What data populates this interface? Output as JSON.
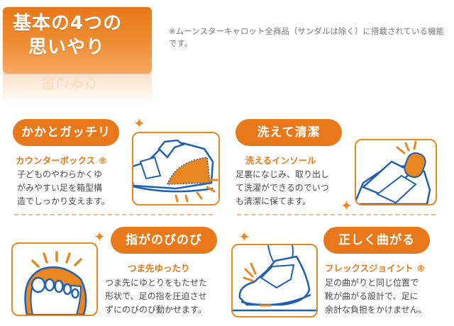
{
  "header": {
    "title_line1": "基本の4つの",
    "title_line2": "思いやり",
    "note": "※ムーンスターキャロット全商品（サンダルは除く）に搭載されている機能です。"
  },
  "colors": {
    "accent_orange": "#e8781a",
    "box_border": "#e8871f",
    "illustration_blue": "#1f5fb4",
    "text_gray": "#4a4a4a",
    "note_gray": "#7a7a7a"
  },
  "features": [
    {
      "pill": "かかとガッチリ",
      "subtitle": "カウンターボックス ®",
      "lines": [
        "子どものやわらかくゆ",
        "がみやすい足を箱型構",
        "造でしっかり支えます。"
      ],
      "icon": "shoe-heel-counter-icon"
    },
    {
      "pill": "洗えて清潔",
      "subtitle": "洗えるインソール",
      "lines": [
        "足裏になじみ、取り出し",
        "て洗濯ができるのでいつ",
        "も清潔に保てます。"
      ],
      "icon": "removable-insole-icon"
    },
    {
      "pill": "指がのびのび",
      "subtitle": "つま先ゆったり",
      "lines": [
        "つま先にゆとりをもたせた",
        "形状で、足の指を圧迫させ",
        "ずにのびのび動かせます。"
      ],
      "icon": "toes-room-icon"
    },
    {
      "pill": "正しく曲がる",
      "subtitle": "フレックスジョイント ®",
      "lines": [
        "足の曲がりと同じ位置で",
        "靴が曲がる設計で、足に",
        "余計な負担をかけません。"
      ],
      "icon": "flex-joint-shoe-icon"
    }
  ],
  "sparkle_glyph": "✦"
}
